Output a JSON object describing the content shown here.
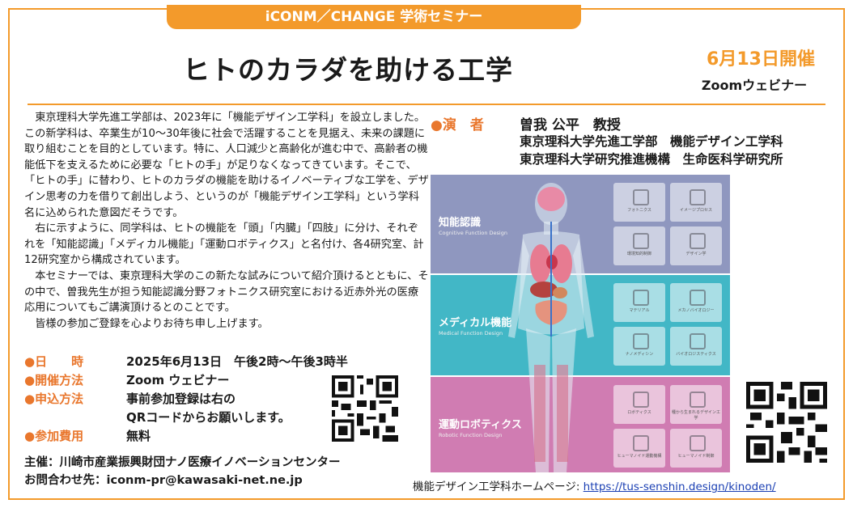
{
  "header": {
    "banner": "iCONM／CHANGE 学術セミナー",
    "title": "ヒトのカラダを助ける工学",
    "date_badge": "6月13日開催",
    "format_badge": "Zoomウェビナー"
  },
  "intro_paragraphs": [
    "東京理科大学先進工学部は、2023年に「機能デザイン工学科」を設立しました。この新学科は、卒業生が10～30年後に社会で活躍することを見据え、未来の課題に取り組むことを目的としています。特に、人口減少と高齢化が進む中で、高齢者の機能低下を支えるために必要な「ヒトの手」が足りなくなってきています。そこで、「ヒトの手」に替わり、ヒトのカラダの機能を助けるイノベーティブな工学を、デザイン思考の力を借りて創出しよう、というのが「機能デザイン工学科」という学科名に込められた意図だそうです。",
    "右に示すように、同学科は、ヒトの機能を「頭」「内臓」「四肢」に分け、それぞれを「知能認識」「メディカル機能」「運動ロボティクス」と名付け、各4研究室、計12研究室から構成されています。",
    "本セミナーでは、東京理科大学のこの新たな試みについて紹介頂けるとともに、その中で、曽我先生が担う知能認識分野フォトニクス研究室における近赤外光の医療応用についてもご講演頂けるとのことです。",
    "皆様の参加ご登録を心よりお待ち申し上げます。"
  ],
  "details": {
    "date_label": "●日　　時",
    "date_value": "2025年6月13日　午後2時～午後3時半",
    "method_label": "●開催方法",
    "method_value": "Zoom ウェビナー",
    "apply_label": "●申込方法",
    "apply_value_1": "事前参加登録は右の",
    "apply_value_2": "QRコードからお願いします。",
    "fee_label": "●参加費用",
    "fee_value": "無料"
  },
  "footer": {
    "organizer": "主催：川崎市産業振興財団ナノ医療イノベーションセンター",
    "contact": "お問合わせ先：iconm-pr@kawasaki-net.ne.jp"
  },
  "speaker": {
    "label": "●演　者",
    "name": "曽我 公平　教授",
    "affiliation_1": "東京理科大学先進工学部　機能デザイン工学科",
    "affiliation_2": "東京理科大学研究推進機構　生命医科学研究所"
  },
  "diagram": {
    "panel_1_jp": "知能認識",
    "panel_1_en": "Cognitive Function Design",
    "panel_2_jp": "メディカル機能",
    "panel_2_en": "Medical Function Design",
    "panel_3_jp": "運動ロボティクス",
    "panel_3_en": "Robotic Function Design",
    "tiles_1": [
      "フォトニクス",
      "イメージプロセス",
      "環境知的制御",
      "デザイン学"
    ],
    "tiles_2": [
      "マテリアル",
      "メカノバイオロジー",
      "ナノメディシン",
      "バイオロジスティクス"
    ],
    "tiles_3": [
      "ロボティクス",
      "種から生まれるデザイン工学",
      "ヒューマノイド運動機構",
      "ヒューマノイド制御"
    ]
  },
  "homepage": {
    "label": "機能デザイン工学科ホームページ: ",
    "url": "https://tus-senshin.design/kinoden/"
  },
  "colors": {
    "accent": "#f39a2b",
    "label_orange": "#e9772d",
    "panel_blue": "#8f97bf",
    "panel_teal": "#42b7c6",
    "panel_pink": "#d07cb2"
  }
}
